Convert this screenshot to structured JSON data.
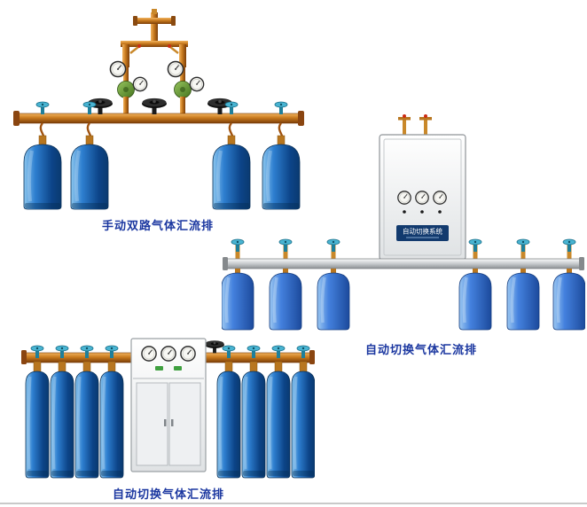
{
  "page": {
    "background": "#ffffff",
    "caption_color": "#1b37a0"
  },
  "products": [
    {
      "id": "manual-dual-manifold",
      "caption": "手动双路气体汇流排",
      "cylinder_count": 4,
      "colors": {
        "pipe": "#c87a1e",
        "cylinder": "#0c4488",
        "valve_knob": "#49b4d2",
        "regulator_body": "#44741e",
        "handwheel": "#0e0e0e"
      }
    },
    {
      "id": "auto-switch-manifold-top",
      "caption": "自动切换气体汇流排",
      "panel_label": "自动切换系统",
      "cylinder_count": 6,
      "colors": {
        "pipe": "#c6cacd",
        "cylinder": "#4481de",
        "cabinet": "#eef0f2",
        "label_plate": "#123a6e"
      }
    },
    {
      "id": "auto-switch-manifold-bottom",
      "caption": "自动切换气体汇流排",
      "cylinder_count": 8,
      "colors": {
        "pipe": "#c87a1e",
        "cylinder": "#1c4a9c",
        "cabinet": "#eef0f2"
      }
    }
  ]
}
